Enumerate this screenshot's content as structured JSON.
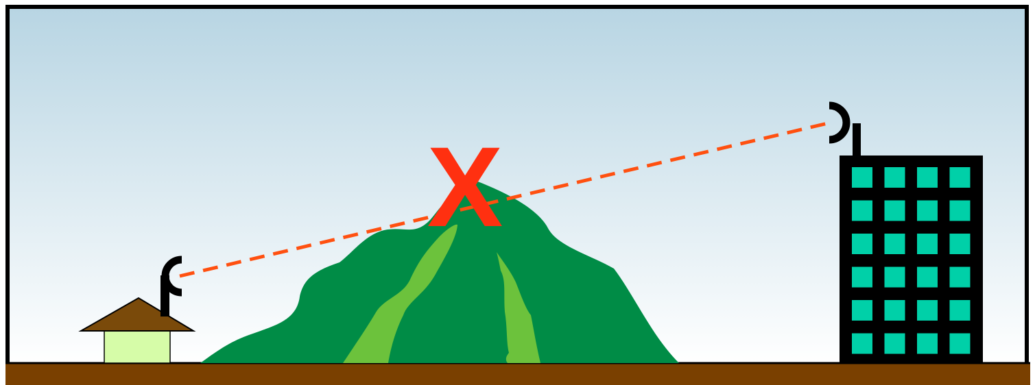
{
  "scene": {
    "blocked_label": "X"
  },
  "colors": {
    "sky_top": "#b8d5e3",
    "sky_bottom": "#ffffff",
    "ground": "#7a4000",
    "frame": "#000000",
    "mountain": "#008c46",
    "mountain_highlight": "#6cc23c",
    "signal_line": "#ff5010",
    "x_mark": "#ff3010",
    "house_roof": "#7a4a0a",
    "house_wall": "#d6fca8",
    "building": "#000000",
    "building_window": "#00d0a8",
    "antenna": "#000000"
  },
  "icons": {
    "house_antenna": "dish-antenna-icon",
    "building_antenna": "dish-antenna-icon",
    "blocked_path": "x-mark-icon"
  },
  "building": {
    "window_rows": 6,
    "window_cols": 4
  }
}
